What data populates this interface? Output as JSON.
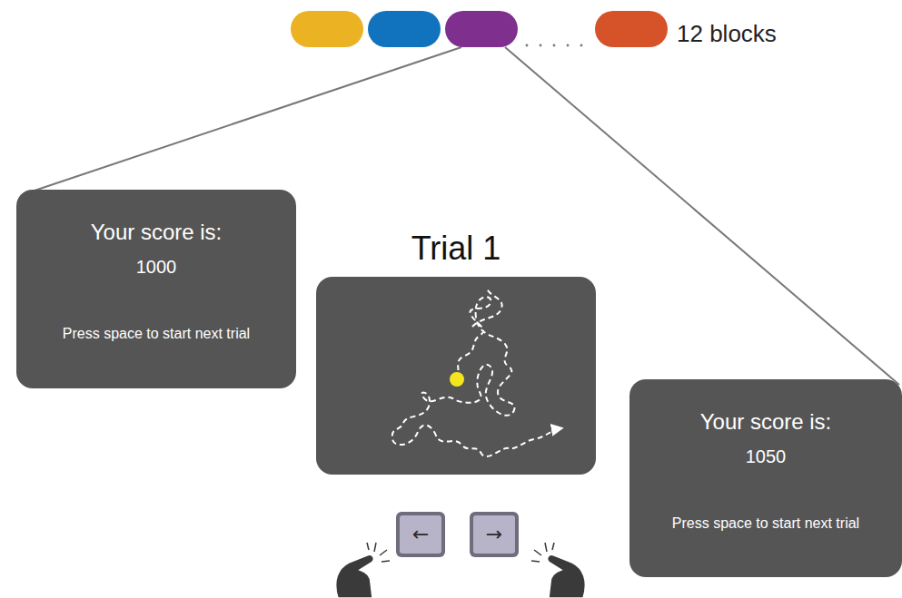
{
  "diagram": {
    "nodes": [
      {
        "text": [
          "Your score is:",
          "1000",
          "Press space to start next trial"
        ]
      },
      {
        "text": [
          "Trial 1"
        ]
      },
      {
        "text": [
          "Your score is:",
          "1050",
          "Press space to start next trial"
        ]
      },
      {
        "text": [
          "←"
        ]
      },
      {
        "text": [
          "→"
        ]
      }
    ],
    "labels": [
      "12 blocks"
    ]
  }
}
